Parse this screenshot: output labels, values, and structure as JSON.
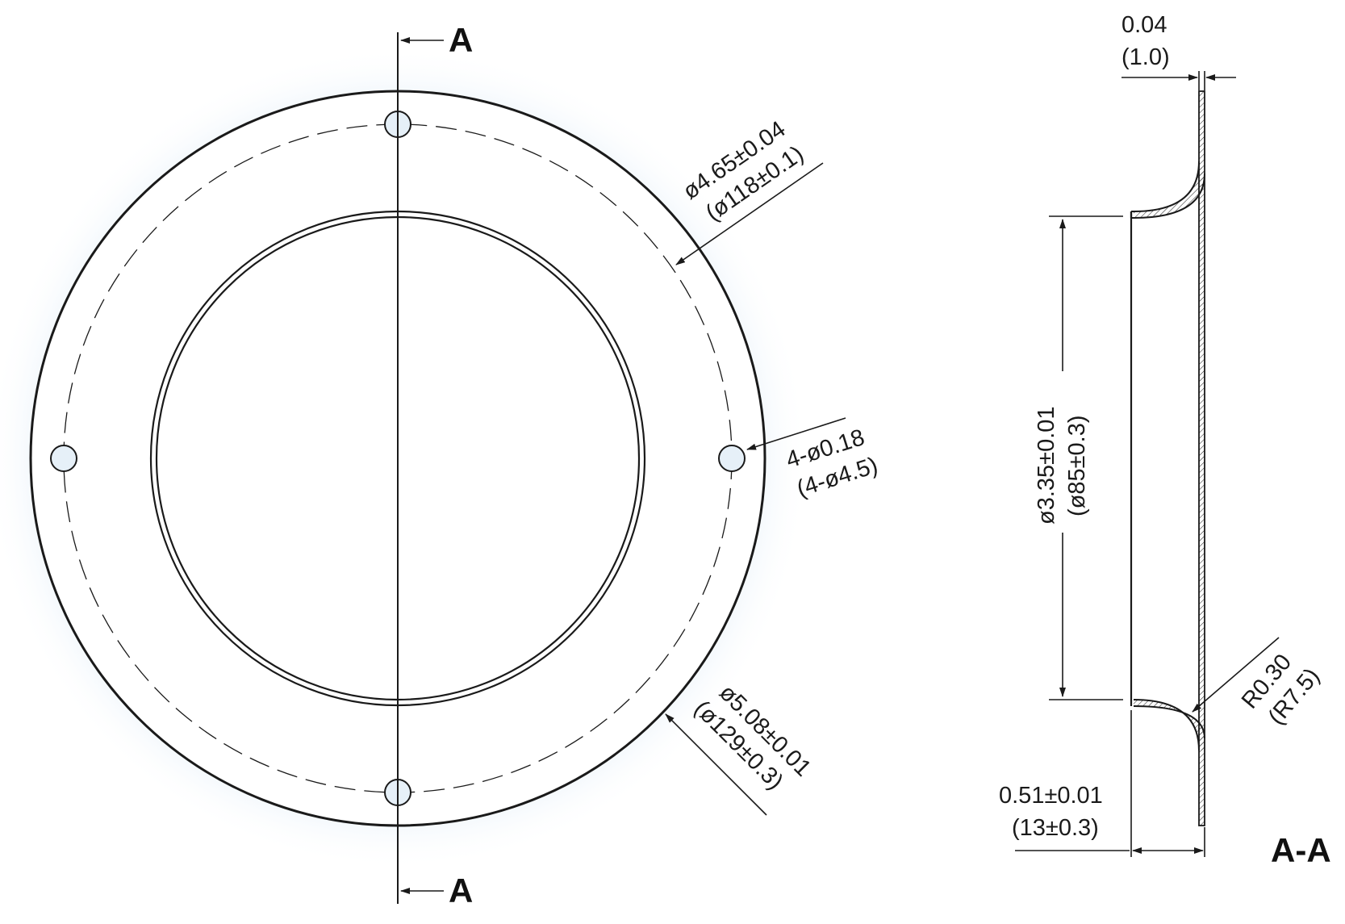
{
  "front_view": {
    "section_label_top": "A",
    "section_label_bottom": "A",
    "flange_od_in": "ø4.65±0.04",
    "flange_od_mm": "(ø118±0.1)",
    "outer_dia_in": "ø5.08±0.01",
    "outer_dia_mm": "(ø129±0.3)",
    "holes_in": "4-ø0.18",
    "holes_mm": "(4-ø4.5)"
  },
  "section_view": {
    "title": "A-A",
    "thickness_in": "0.04",
    "thickness_mm": "(1.0)",
    "inner_dia_in": "ø3.35±0.01",
    "inner_dia_mm": "(ø85±0.3)",
    "radius_in": "R0.30",
    "radius_mm": "(R7.5)",
    "depth_in": "0.51±0.01",
    "depth_mm": "(13±0.3)"
  },
  "colors": {
    "line": "#1a1a1a",
    "hole_fill": "#e6f0f8",
    "glow": "#cfe3f4"
  }
}
